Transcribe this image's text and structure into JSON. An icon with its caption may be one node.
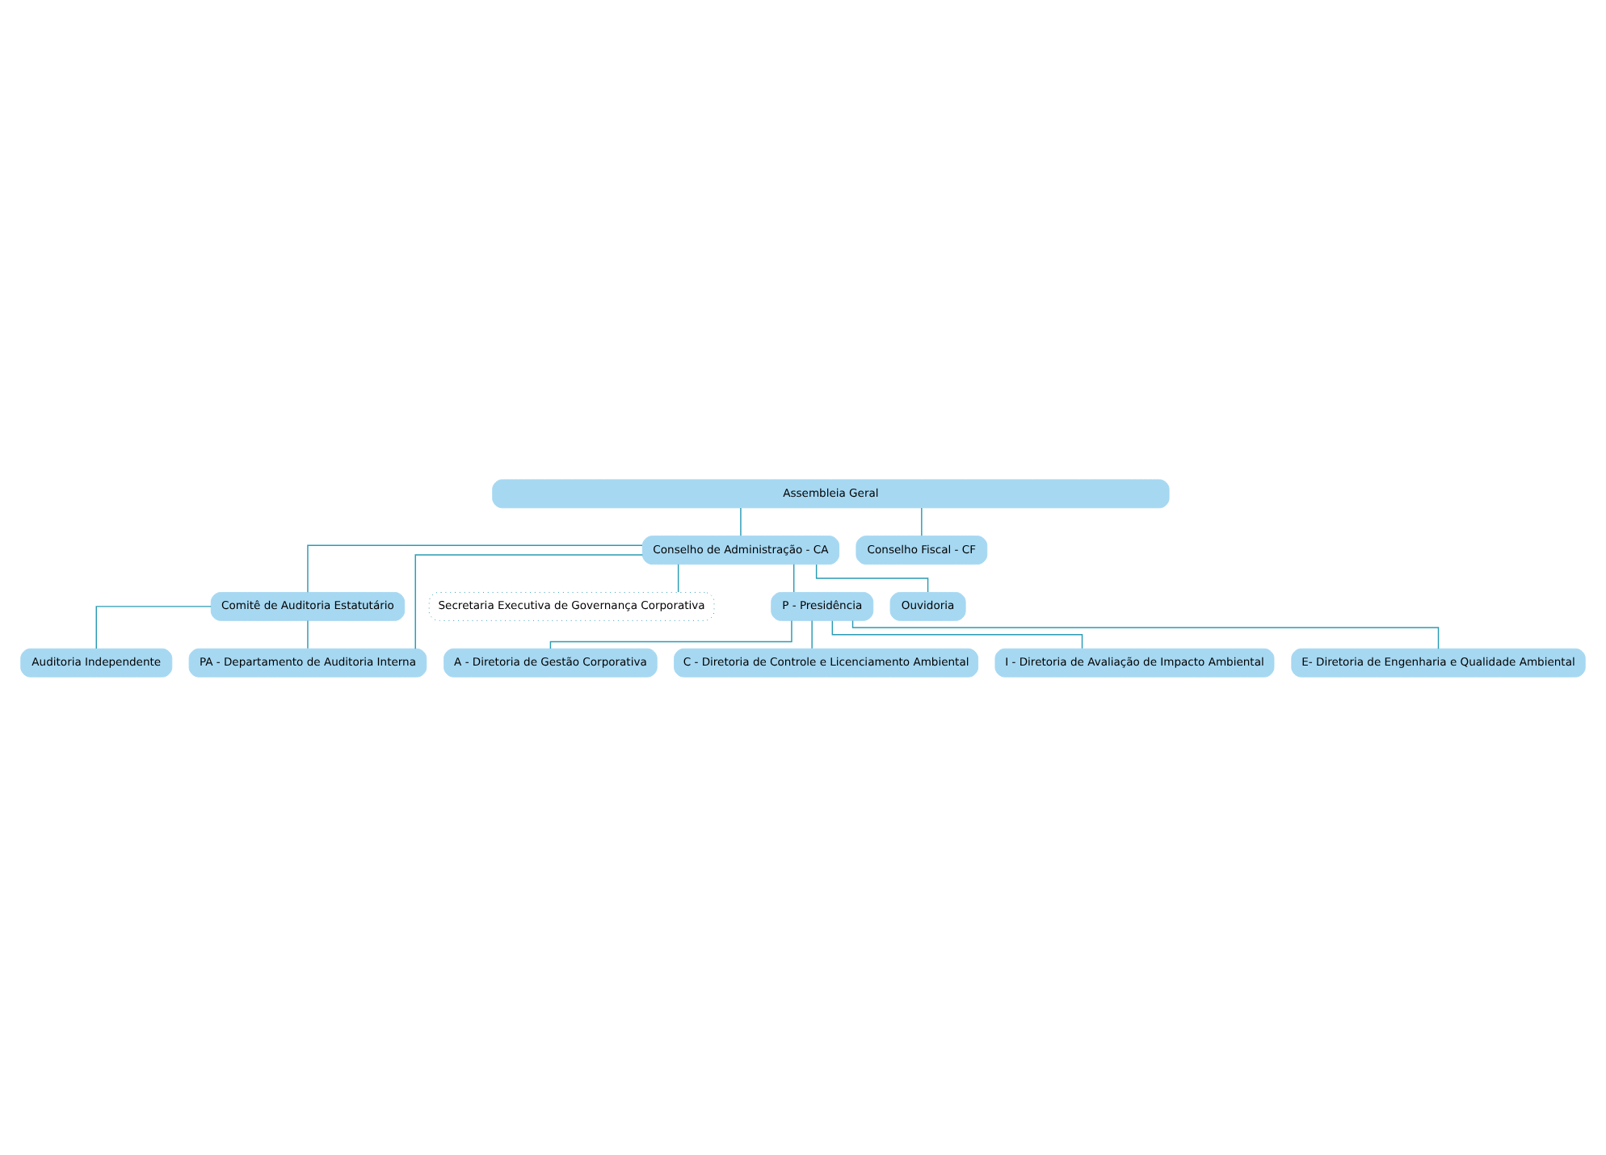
{
  "diagram": {
    "nodes": [
      {
        "text": [
          "Assembleia Geral"
        ]
      },
      {
        "text": [
          "Conselho de Administração - CA"
        ]
      },
      {
        "text": [
          "Conselho Fiscal - CF"
        ]
      },
      {
        "text": [
          "Comitê de Auditoria Estatutário"
        ]
      },
      {
        "text": [
          "Secretaria Executiva de Governança Corporativa"
        ]
      },
      {
        "text": [
          "Auditoria Independente"
        ]
      },
      {
        "text": [
          "PA - Departamento de Auditoria Interna"
        ]
      },
      {
        "text": [
          "P - Presidência"
        ]
      },
      {
        "text": [
          "Ouvidoria"
        ]
      },
      {
        "text": [
          "A - Diretoria de Gestão Corporativa"
        ]
      },
      {
        "text": [
          "C - Diretoria de Controle e Licenciamento Ambiental"
        ]
      },
      {
        "text": [
          "I - Diretoria de Avaliação de Impacto Ambiental"
        ]
      },
      {
        "text": [
          "E- Diretoria de Engenharia e Qualidade Ambiental"
        ]
      }
    ],
    "edges": [
      {
        "from": 0,
        "to": 1,
        "arrow": "none"
      },
      {
        "from": 0,
        "to": 2,
        "arrow": "none"
      },
      {
        "from": 1,
        "to": 3,
        "arrow": "none"
      },
      {
        "from": 1,
        "to": 4,
        "arrow": "none"
      },
      {
        "from": 1,
        "to": 6,
        "arrow": "none"
      },
      {
        "from": 1,
        "to": 7,
        "arrow": "none"
      },
      {
        "from": 1,
        "to": 8,
        "arrow": "none"
      },
      {
        "from": 3,
        "to": 5,
        "arrow": "none"
      },
      {
        "from": 3,
        "to": 6,
        "arrow": "none"
      },
      {
        "from": 7,
        "to": 9,
        "arrow": "none"
      },
      {
        "from": 7,
        "to": 10,
        "arrow": "none"
      },
      {
        "from": 7,
        "to": 11,
        "arrow": "none"
      },
      {
        "from": 7,
        "to": 12,
        "arrow": "none"
      }
    ]
  }
}
